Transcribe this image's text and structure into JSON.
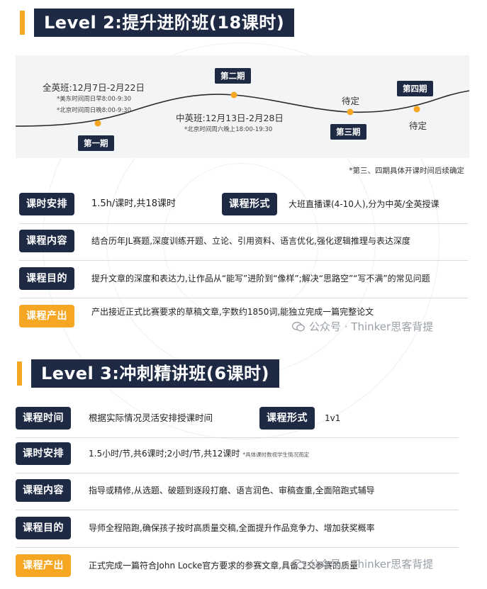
{
  "level2": {
    "title": "Level 2:提升进阶班(18课时)",
    "timeline": {
      "p1_tag": "第一期",
      "p2_tag": "第二期",
      "p3_tag": "第三期",
      "p4_tag": "第四期",
      "all_english": "全英班:12月7日-2月22日",
      "all_english_us": "*美东时间周日早8:00-9:30",
      "all_english_bj": "*北京时间周日晚8:00-9:30",
      "cn_en": "中英班:12月13日-2月28日",
      "cn_en_bj": "*北京时间周六晚上18:00-19:30",
      "p3_pending": "待定",
      "p4_pending": "待定"
    },
    "note": "*第三、四期具体开课时间后续确定",
    "rows": {
      "schedule_label": "课时安排",
      "schedule_value": "1.5h/课时,共18课时",
      "format_label": "课程形式",
      "format_value": "大班直播课(4-10人),分为中英/全英授课",
      "content_label": "课程内容",
      "content_value": "结合历年JL赛题,深度训练开题、立论、引用资料、语言优化,强化逻辑推理与表达深度",
      "goal_label": "课程目的",
      "goal_value": "提升文章的深度和表达力,让作品从“能写”进阶到“像样”;解决“思路空”“写不满”的常见问题",
      "output_label": "课程产出",
      "output_value": "产出接近正式比赛要求的草稿文章,字数约1850词,能独立完成一篇完整论文"
    }
  },
  "level3": {
    "title": "Level 3:冲刺精讲班(6课时)",
    "rows": {
      "time_label": "课程时间",
      "time_value": "根据实际情况灵活安排授课时间",
      "format_label": "课程形式",
      "format_value": "1v1",
      "schedule_label": "课时安排",
      "schedule_value": "1.5小时/节,共6课时;2小时/节,共12课时",
      "schedule_note": "*具体课时数视学生情况而定",
      "content_label": "课程内容",
      "content_value": "指导或精修,从选题、破题到逐段打磨、语言润色、审稿查重,全面陪跑式辅导",
      "goal_label": "课程目的",
      "goal_value": "导师全程陪跑,确保孩子按时高质量交稿,全面提升作品竞争力、增加获奖概率",
      "output_label": "课程产出",
      "output_value": "正式完成一篇符合John Locke官方要求的参赛文章,具备提交参赛的质量"
    }
  },
  "watermark": "公众号 · Thinker思客背提",
  "colors": {
    "navy": "#1e2a44",
    "orange": "#f5a623",
    "timeline_bg": "#f3f4f6"
  }
}
